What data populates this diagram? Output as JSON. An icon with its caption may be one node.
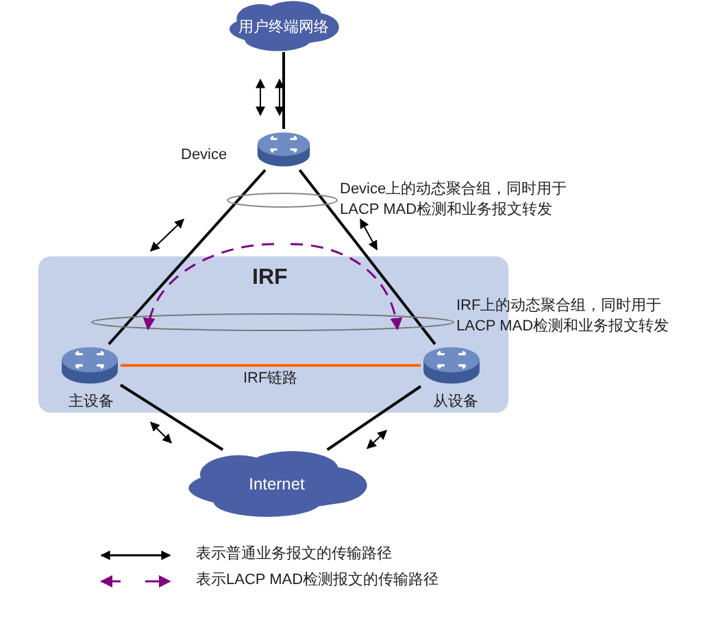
{
  "diagram": {
    "nodes": [
      {
        "text": [
          "用户终端网络"
        ]
      },
      {
        "text": [],
        "shape": "picture",
        "beside": [
          "Device"
        ]
      },
      {
        "text": [
          "IRF"
        ]
      },
      {
        "text": [],
        "shape": "picture",
        "beside": [
          "主设备"
        ],
        "in": 2
      },
      {
        "text": [],
        "shape": "picture",
        "beside": [
          "从设备"
        ],
        "in": 2
      },
      {
        "text": [
          "Internet"
        ]
      }
    ],
    "edges": [
      {
        "from": 0,
        "to": 1,
        "arrow": "none"
      },
      {
        "from": 1,
        "to": 3,
        "arrow": "none"
      },
      {
        "from": 1,
        "to": 4,
        "arrow": "none"
      },
      {
        "from": 3,
        "to": 4,
        "arrow": "none",
        "label": "IRF链路",
        "color": "#ff6600"
      },
      {
        "from": 3,
        "to": 5,
        "arrow": "none"
      },
      {
        "from": 4,
        "to": 5,
        "arrow": "none"
      }
    ],
    "labels": [
      "Device上的动态聚合组，同时用于LACP MAD检测和业务报文转发",
      "IRF上的动态聚合组，同时用于LACP MAD检测和业务报文转发"
    ],
    "legend": [
      {
        "text": "表示普通业务报文的传输路径"
      },
      {
        "text": "表示LACP MAD检测报文的传输路径"
      }
    ]
  }
}
